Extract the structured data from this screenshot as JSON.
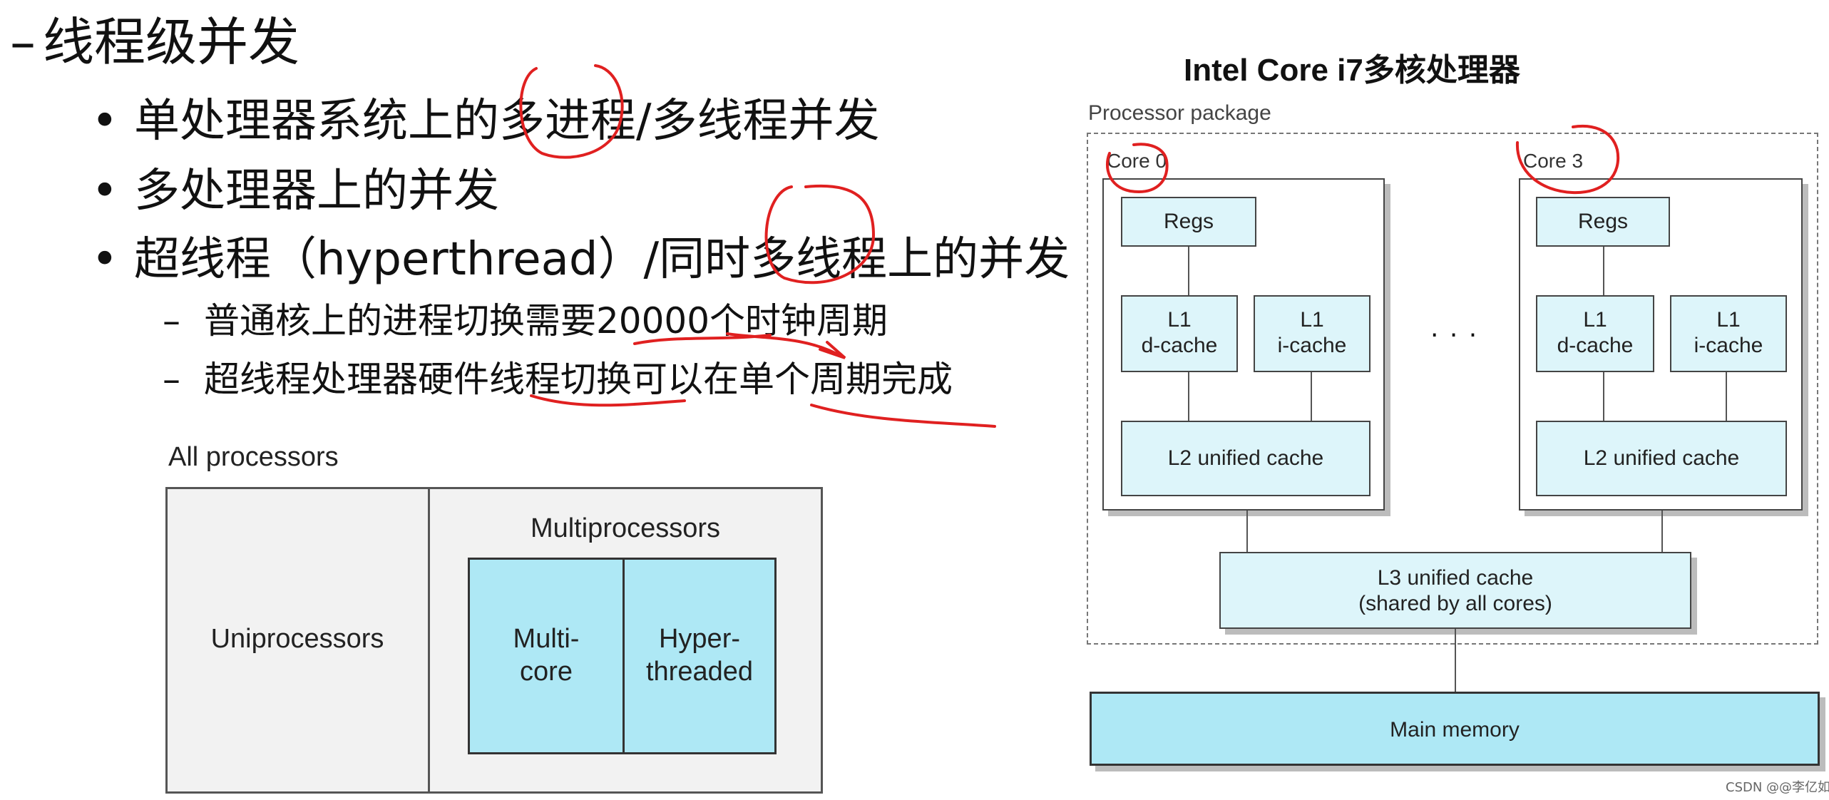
{
  "slide": {
    "heading": "线程级并发",
    "heading_dash": "–",
    "bullet_char": "•",
    "sub_dash": "–",
    "bullets": [
      "单处理器系统上的多进程/多线程并发",
      "多处理器上的并发",
      "超线程（hyperthread）/同时多线程上的并发"
    ],
    "subbullets": [
      "普通核上的进程切换需要20000个时钟周期",
      "超线程处理器硬件线程切换可以在单个周期完成"
    ]
  },
  "classification": {
    "outer_label": "All processors",
    "uniprocessors": "Uniprocessors",
    "multiprocessors": "Multiprocessors",
    "multicore_l1": "Multi-",
    "multicore_l2": "core",
    "hyper_l1": "Hyper-",
    "hyper_l2": "threaded"
  },
  "processor": {
    "title": "Intel Core i7多核处理器",
    "package_label": "Processor package",
    "ellipsis": "· · ·",
    "cores": [
      {
        "name": "Core 0",
        "regs": "Regs",
        "l1d_1": "L1",
        "l1d_2": "d-cache",
        "l1i_1": "L1",
        "l1i_2": "i-cache",
        "l2": "L2 unified cache"
      },
      {
        "name": "Core 3",
        "regs": "Regs",
        "l1d_1": "L1",
        "l1d_2": "d-cache",
        "l1i_1": "L1",
        "l1i_2": "i-cache",
        "l2": "L2 unified cache"
      }
    ],
    "l3_line1": "L3 unified cache",
    "l3_line2": "(shared by all cores)",
    "memory": "Main memory"
  },
  "watermark": "CSDN @@李亿如",
  "colors": {
    "cache_fill": "#ddf5fa",
    "highlight_fill": "#aee8f5",
    "annotation_red": "#e02020"
  }
}
